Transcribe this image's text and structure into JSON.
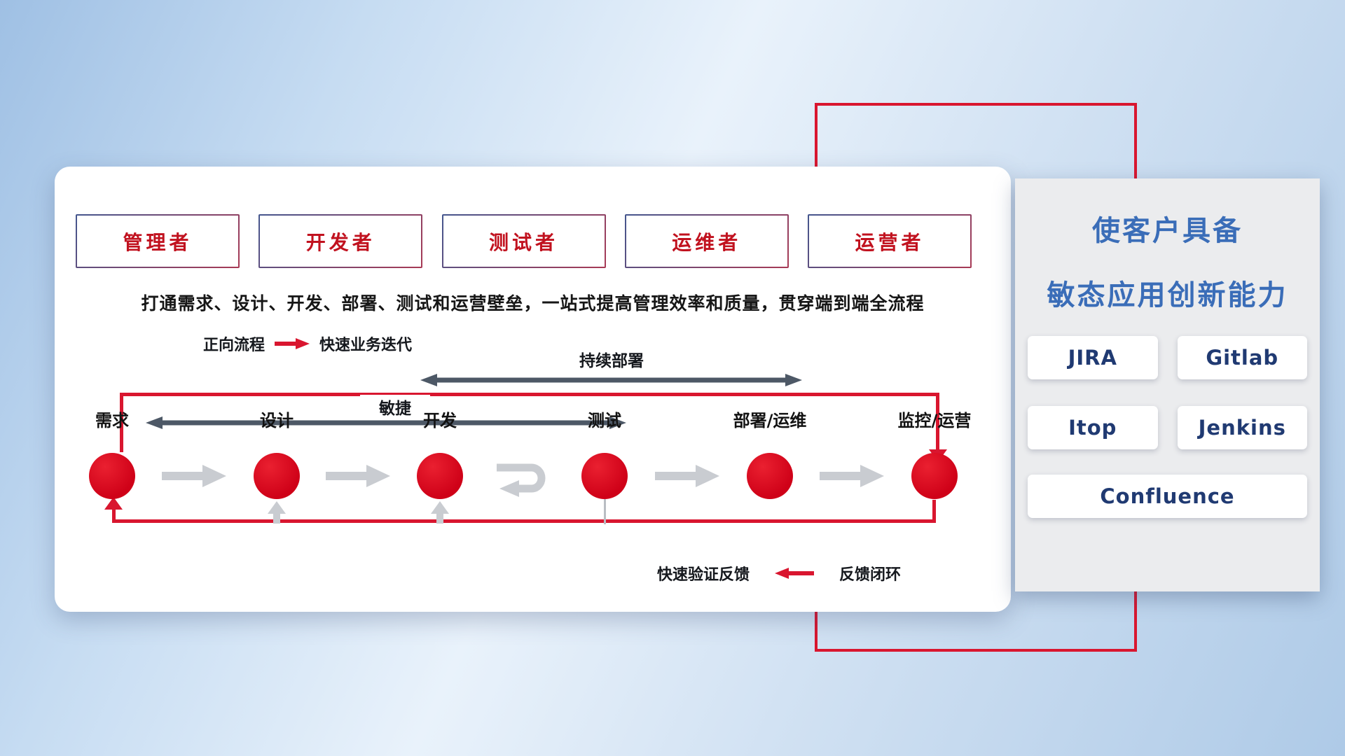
{
  "roles": [
    {
      "label": "管理者"
    },
    {
      "label": "开发者"
    },
    {
      "label": "测试者"
    },
    {
      "label": "运维者"
    },
    {
      "label": "运营者"
    }
  ],
  "description": "打通需求、设计、开发、部署、测试和运营壁垒，一站式提高管理效率和质量，贯穿端到端全流程",
  "legend_forward": {
    "label": "正向流程",
    "value": "快速业务迭代"
  },
  "flow_arrows": {
    "continuous_deployment": "持续部署",
    "agile": "敏捷"
  },
  "stages": [
    {
      "label": "需求"
    },
    {
      "label": "设计"
    },
    {
      "label": "开发"
    },
    {
      "label": "测试"
    },
    {
      "label": "部署/运维"
    },
    {
      "label": "监控/运营"
    }
  ],
  "legend_feedback": {
    "value": "快速验证反馈",
    "label": "反馈闭环"
  },
  "right_panel": {
    "title_line1": "使客户具备",
    "title_line2": "敏态应用创新能力",
    "tools": [
      {
        "name": "JIRA"
      },
      {
        "name": "Gitlab"
      },
      {
        "name": "Itop"
      },
      {
        "name": "Jenkins"
      },
      {
        "name": "Confluence"
      }
    ]
  },
  "colors": {
    "accent_red": "#d9162f",
    "title_blue": "#3a6db8",
    "tool_text": "#203a72",
    "dark_arrow": "#4d5866",
    "gray_arrow": "#c9ccd1"
  }
}
